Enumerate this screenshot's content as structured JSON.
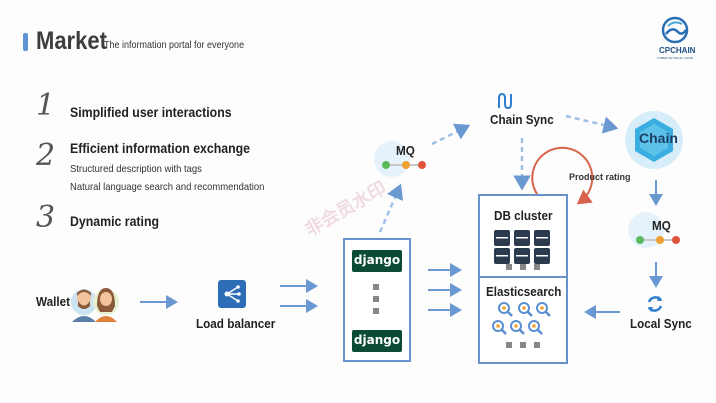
{
  "header": {
    "title": "Market",
    "subtitle": "The information portal for everyone"
  },
  "logo": {
    "name": "CPCHAIN",
    "tagline": "CYBER PHYSICAL CHAIN"
  },
  "features": [
    {
      "number": "1",
      "title": "Simplified user interactions",
      "details": []
    },
    {
      "number": "2",
      "title": "Efficient information exchange",
      "details": [
        "Structured description with tags",
        "Natural language search and recommendation"
      ]
    },
    {
      "number": "3",
      "title": "Dynamic rating",
      "details": []
    }
  ],
  "diagram": {
    "wallet": "Wallet",
    "load_balancer": "Load balancer",
    "django_top": "django",
    "django_bottom": "django",
    "mq_top": "MQ",
    "chain_sync": "Chain Sync",
    "chain": "Chain",
    "mq_right": "MQ",
    "local_sync": "Local Sync",
    "db_cluster": "DB cluster",
    "elasticsearch": "Elasticsearch",
    "product_rating": "Product rating"
  },
  "watermark": "非会员水印",
  "colors": {
    "accent": "#5f93d1",
    "arrow": "#6a98d0",
    "box_border": "#6893c8",
    "django": "#0c4b33",
    "chain": "#3aaee0",
    "rating_arrow": "#d9634a",
    "mq_dot_green": "#5cb85c",
    "mq_dot_orange": "#f0a030",
    "mq_dot_red": "#e0553a"
  }
}
